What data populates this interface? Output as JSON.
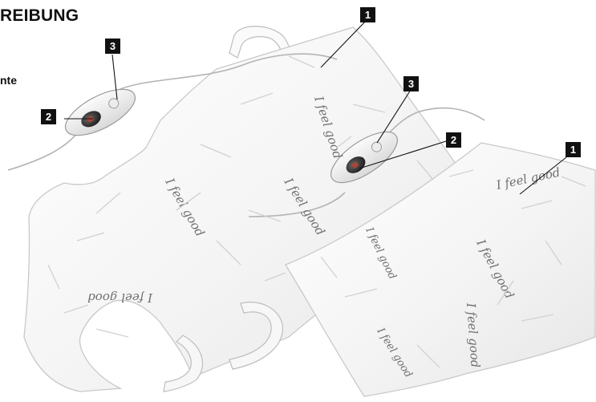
{
  "heading": "REIBUNG",
  "side_label": "nte",
  "callouts": {
    "back_pad": "1",
    "back_controller": "2",
    "back_switch": "3",
    "flat_pad": "1",
    "flat_controller": "2",
    "flat_switch": "3"
  },
  "pad_print": "I feel good"
}
